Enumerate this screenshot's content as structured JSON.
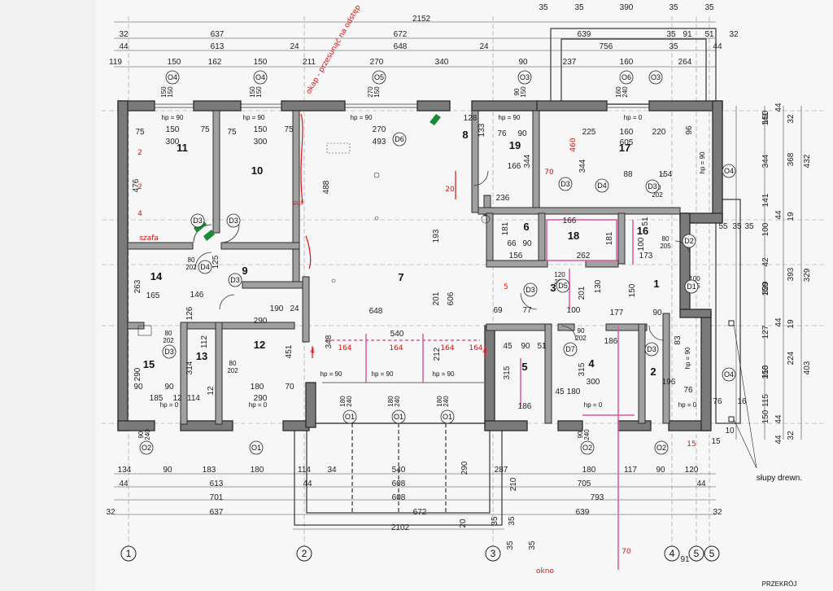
{
  "top_dimensions": {
    "overall": "2152",
    "row1": [
      "32",
      "637",
      "672",
      "639",
      "35",
      "91",
      "51",
      "32"
    ],
    "row2": [
      "44",
      "613",
      "24",
      "648",
      "24",
      "756",
      "35",
      "44"
    ],
    "row3": [
      "119",
      "150",
      "162",
      "150",
      "211",
      "270",
      "340",
      "90",
      "237",
      "160",
      "264"
    ],
    "top_edge": [
      "35",
      "35",
      "390",
      "35",
      "35"
    ]
  },
  "bottom_dimensions": {
    "row1": [
      "134",
      "90",
      "183",
      "180",
      "114",
      "34",
      "540",
      "287",
      "180",
      "117",
      "90",
      "120"
    ],
    "row2": [
      "44",
      "613",
      "44",
      "608",
      "705",
      "44"
    ],
    "row3": [
      "701",
      "608",
      "793"
    ],
    "row4": [
      "32",
      "637",
      "672",
      "639",
      "32"
    ],
    "overall": "2102",
    "misc": [
      "20",
      "35",
      "35",
      "290",
      "210",
      "35",
      "35",
      "91"
    ]
  },
  "right_dimensions": {
    "col1": [
      "141",
      "344",
      "141",
      "100",
      "42",
      "329",
      "127",
      "315",
      "115"
    ],
    "col2": [
      "32",
      "368",
      "19",
      "393",
      "19",
      "224",
      "32"
    ],
    "col3": [
      "432",
      "329",
      "403"
    ],
    "col4": [
      "150",
      "150",
      "150",
      "150"
    ],
    "col5": [
      "44",
      "44",
      "44",
      "44",
      "44"
    ]
  },
  "rooms": [
    {
      "num": "11",
      "dims": [
        "75",
        "150",
        "75",
        "300",
        "476"
      ]
    },
    {
      "num": "10",
      "dims": [
        "75",
        "150",
        "75",
        "300",
        "488"
      ]
    },
    {
      "num": "9",
      "dims": [
        "126",
        "146",
        "125"
      ]
    },
    {
      "num": "14",
      "dims": [
        "263",
        "165"
      ]
    },
    {
      "num": "15",
      "dims": [
        "290",
        "90",
        "90",
        "185",
        "12",
        "114"
      ]
    },
    {
      "num": "13",
      "dims": [
        "314",
        "112",
        "12"
      ]
    },
    {
      "num": "12",
      "dims": [
        "290",
        "190",
        "24",
        "451",
        "180",
        "290",
        "70"
      ]
    },
    {
      "num": "7",
      "dims": [
        "270",
        "493",
        "648",
        "540",
        "606",
        "201",
        "193",
        "348",
        "212"
      ]
    },
    {
      "num": "8",
      "dims": [
        "128",
        "133"
      ]
    },
    {
      "num": "19",
      "dims": [
        "76",
        "90",
        "166",
        "344",
        "236"
      ]
    },
    {
      "num": "17",
      "dims": [
        "225",
        "160",
        "605",
        "220",
        "96",
        "344",
        "88",
        "154"
      ]
    },
    {
      "num": "6",
      "dims": [
        "66",
        "90",
        "156",
        "181"
      ]
    },
    {
      "num": "18",
      "dims": [
        "166",
        "262",
        "181"
      ]
    },
    {
      "num": "16",
      "dims": [
        "100",
        "173",
        "51"
      ]
    },
    {
      "num": "1",
      "dims": [
        "150",
        "130",
        "177",
        "90"
      ]
    },
    {
      "num": "3",
      "dims": [
        "201",
        "100",
        "69",
        "77"
      ]
    },
    {
      "num": "5",
      "dims": [
        "45",
        "90",
        "51",
        "315",
        "186"
      ]
    },
    {
      "num": "4",
      "dims": [
        "186",
        "300",
        "315",
        "180",
        "45"
      ]
    },
    {
      "num": "2",
      "dims": [
        "196",
        "76",
        "83"
      ]
    }
  ],
  "notes": {
    "hp90": "hp = 90",
    "hp0": "hp = 0",
    "hp90v": "hp = 90",
    "red_annot": "okap - przesunąć na odstęp",
    "red_left": [
      "2",
      "4",
      "2",
      "szafa",
      "suf"
    ],
    "red_small": [
      "164",
      "164",
      "164",
      "164",
      "4",
      "4"
    ],
    "okno": "okno",
    "red_extra": [
      "460",
      "70",
      "70",
      "15",
      "5",
      "20"
    ]
  },
  "symbols": {
    "doors": [
      "D3",
      "D3",
      "D4",
      "D3",
      "D3",
      "D3",
      "D4",
      "D3",
      "D5",
      "D3",
      "D7",
      "D3",
      "D1",
      "D2",
      "D6"
    ],
    "door_sizes": [
      "80\n202",
      "80\n202",
      "80\n202",
      "120\n202",
      "90\n202",
      "80\n202",
      "80\n205",
      "100\n205"
    ],
    "windows": [
      "O4",
      "O4",
      "O5",
      "O3",
      "O6",
      "O3",
      "O4",
      "O4",
      "O2",
      "O1",
      "O1",
      "O1",
      "O1",
      "O2",
      "O2"
    ],
    "window_sizes": [
      "150\n150",
      "150\n150",
      "270\n150",
      "90\n150",
      "160\n240",
      "180\n240",
      "180\n240",
      "180\n240",
      "90\n240",
      "90\n240"
    ]
  },
  "axes": [
    "1",
    "2",
    "3",
    "4",
    "5",
    "5"
  ],
  "labels": {
    "columns": "słupy drewn.",
    "corner": "PRZEKRÓJ",
    "misc": [
      "76",
      "16",
      "15",
      "10",
      "55",
      "35",
      "35"
    ]
  },
  "colors": {
    "wall": "#2b2b2b",
    "wall_fill": "#7a7a7a",
    "line": "#333333",
    "red": "#dd1111",
    "pink": "#e0559a",
    "paper": "#f7f7f7"
  }
}
